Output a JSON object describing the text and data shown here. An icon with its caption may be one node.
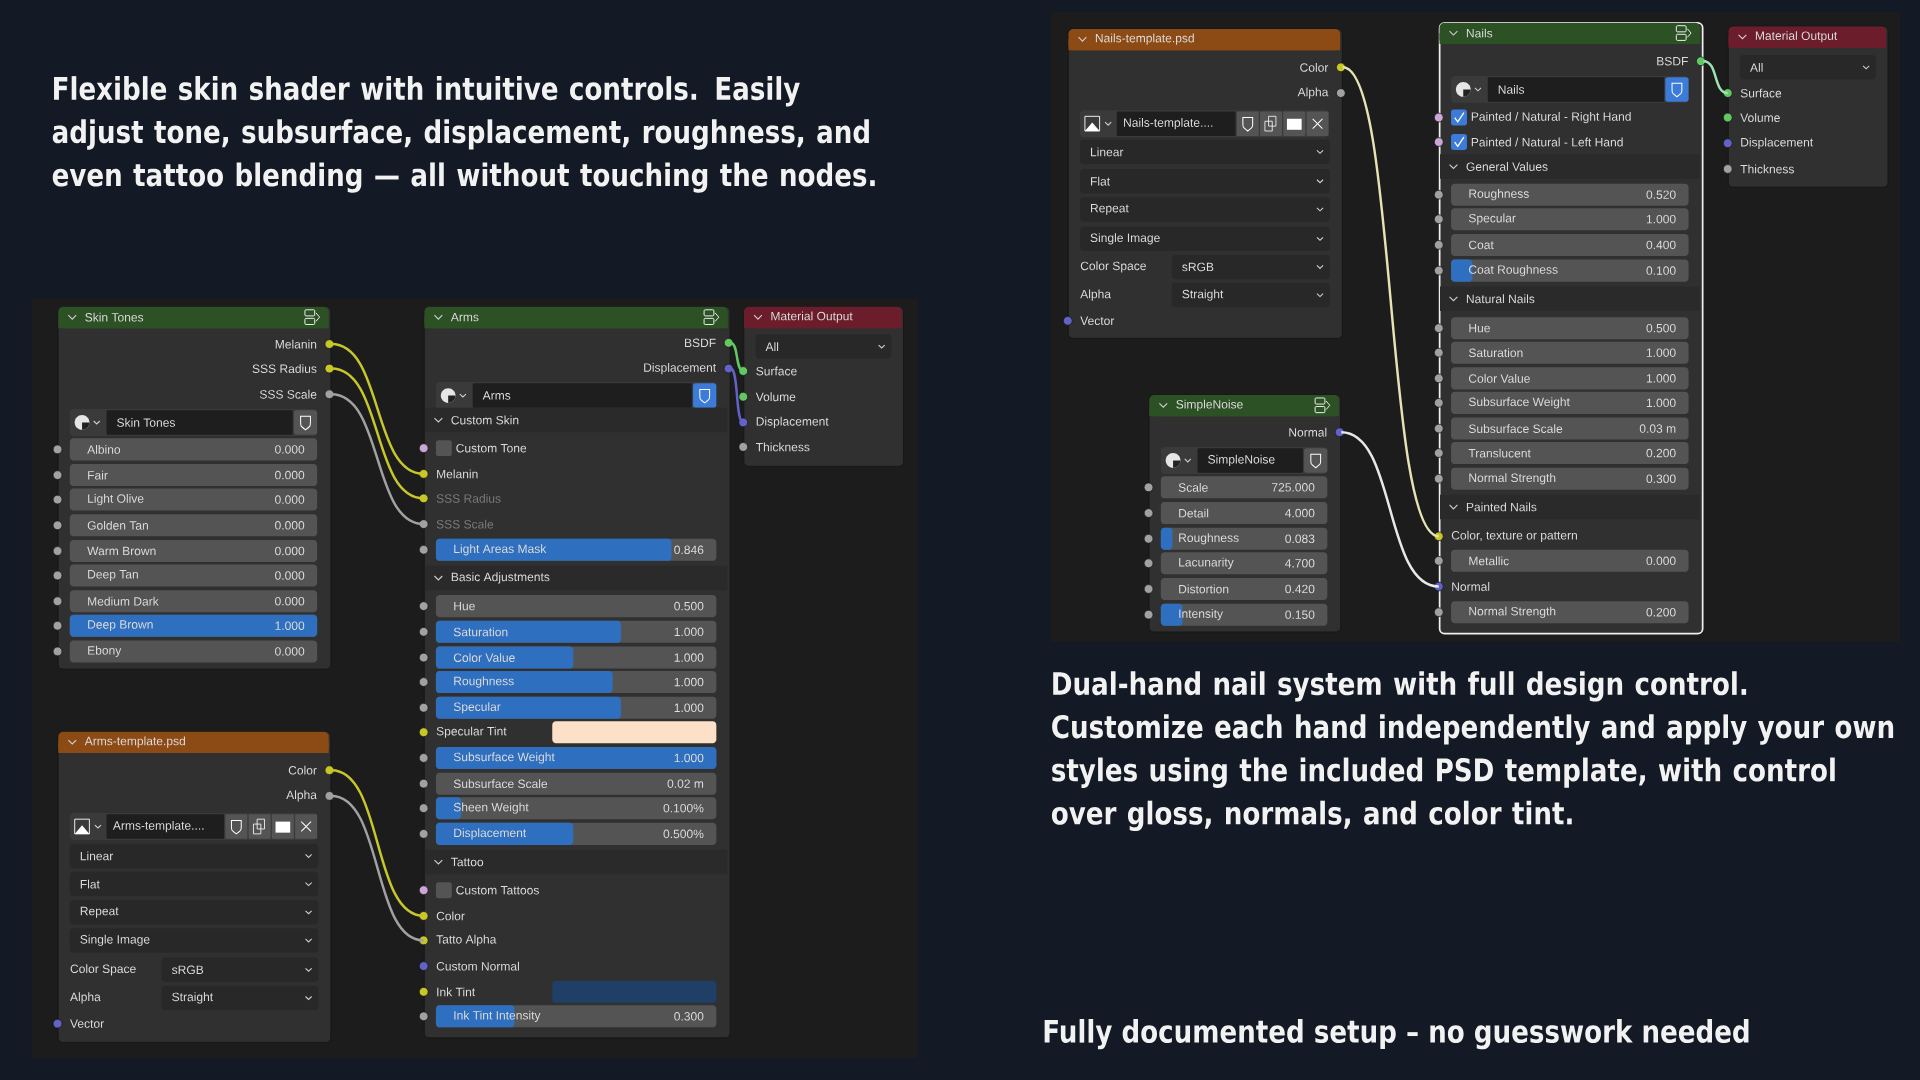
{
  "diagram": {
    "nodes": [
      {
        "text": [
          "Skin Tones",
          "Melanin",
          "SSS Radius",
          "SSS Scale",
          "Skin Tones",
          "Albino",
          "0.000",
          "Fair",
          "0.000",
          "Light Olive",
          "0.000",
          "Golden Tan",
          "0.000",
          "Warm Brown",
          "0.000",
          "Deep Tan",
          "0.000",
          "Medium Dark",
          "0.000",
          "Deep Brown",
          "1.000",
          "Ebony",
          "0.000"
        ]
      },
      {
        "text": [
          "Arms",
          "BSDF",
          "Displacement",
          "Arms",
          "Custom Skin",
          "Custom Tone",
          "Melanin",
          "SSS Radius",
          "SSS Scale",
          "Light Areas Mask",
          "0.846",
          "Basic Adjustments",
          "Hue",
          "0.500",
          "Saturation",
          "1.000",
          "Color Value",
          "1.000",
          "Roughness",
          "1.000",
          "Specular",
          "1.000",
          "Specular Tint",
          "Subsurface Weight",
          "1.000",
          "Subsurface Scale",
          "0.02 m",
          "Sheen Weight",
          "0.100%",
          "Displacement",
          "0.500%",
          "Tattoo",
          "Custom Tattoos",
          "Color",
          "Tatto Alpha",
          "Custom Normal",
          "Ink Tint",
          "Ink Tint Intensity",
          "0.300"
        ]
      },
      {
        "text": [
          "Material Output",
          "All",
          "Surface",
          "Volume",
          "Displacement",
          "Thickness"
        ]
      },
      {
        "text": [
          "Arms-template.psd",
          "Color",
          "Alpha",
          "Arms-template....",
          "Linear",
          "Flat",
          "Repeat",
          "Single Image",
          "Color Space",
          "sRGB",
          "Alpha",
          "Straight",
          "Vector"
        ]
      },
      {
        "text": [
          "Nails-template.psd",
          "Color",
          "Alpha",
          "Nails-template....",
          "Linear",
          "Flat",
          "Repeat",
          "Single Image",
          "Color Space",
          "sRGB",
          "Alpha",
          "Straight",
          "Vector"
        ]
      },
      {
        "text": [
          "SimpleNoise",
          "Normal",
          "SimpleNoise",
          "Scale",
          "725.000",
          "Detail",
          "4.000",
          "Roughness",
          "0.083",
          "Lacunarity",
          "4.700",
          "Distortion",
          "0.420",
          "Intensity",
          "0.150"
        ]
      },
      {
        "text": [
          "Nails",
          "BSDF",
          "Nails",
          "Painted / Natural - Right Hand",
          "Painted / Natural - Left Hand",
          "General Values",
          "Roughness",
          "0.520",
          "Specular",
          "1.000",
          "Coat",
          "0.400",
          "Coat Roughness",
          "0.100",
          "Natural Nails",
          "Hue",
          "0.500",
          "Saturation",
          "1.000",
          "Color Value",
          "1.000",
          "Subsurface Weight",
          "1.000",
          "Subsurface Scale",
          "0.03 m",
          "Translucent",
          "0.200",
          "Normal Strength",
          "0.300",
          "Painted Nails",
          "Color, texture or pattern",
          "Metallic",
          "0.000",
          "Normal",
          "Normal Strength",
          "0.200"
        ]
      },
      {
        "text": [
          "Material Output",
          "All",
          "Surface",
          "Volume",
          "Displacement",
          "Thickness"
        ]
      }
    ],
    "edges": [
      {
        "from": 0,
        "to": 1,
        "arrow": "none",
        "color": "#c7c729"
      },
      {
        "from": 0,
        "to": 1,
        "arrow": "none",
        "color": "#c7c729"
      },
      {
        "from": 0,
        "to": 1,
        "arrow": "none",
        "color": "#a1a1a1"
      },
      {
        "from": 1,
        "to": 2,
        "arrow": "none",
        "color": "#63c763"
      },
      {
        "from": 1,
        "to": 2,
        "arrow": "none",
        "color": "#6363c7"
      },
      {
        "from": 3,
        "to": 1,
        "arrow": "none",
        "color": "#c7c729"
      },
      {
        "from": 3,
        "to": 1,
        "arrow": "none",
        "color": "#a1a1a1"
      },
      {
        "from": 4,
        "to": 6,
        "arrow": "none",
        "color": "#e6e2b4"
      },
      {
        "from": 5,
        "to": 6,
        "arrow": "none",
        "color": "#e8e8e8"
      },
      {
        "from": 6,
        "to": 7,
        "arrow": "none",
        "color": "#9fe3b5"
      }
    ],
    "labels": [
      "Flexible skin shader with intuitive controls. Easily adjust tone, subsurface, displacement, roughness, and even tattoo blending — all without touching the nodes.",
      "Dual-hand nail system with full design control. Customize each hand independently and apply your own styles using the included PSD template, with control over gloss, normals, and color tint.",
      "Fully documented setup – no guesswork needed"
    ]
  }
}
